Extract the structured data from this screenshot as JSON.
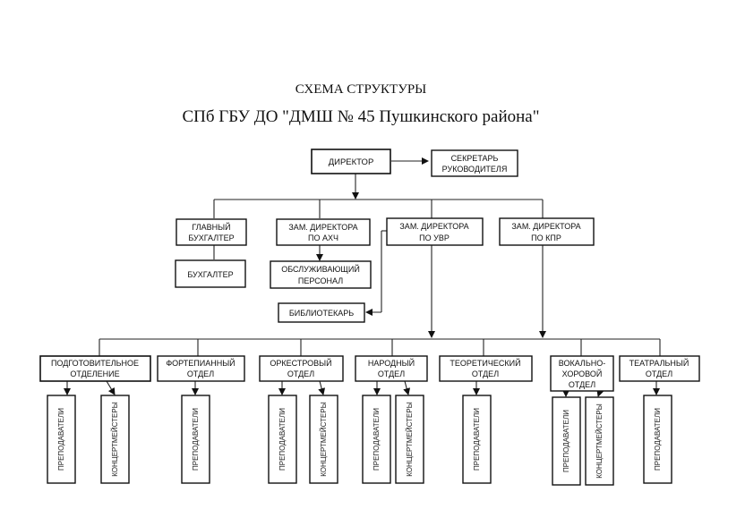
{
  "header": {
    "title": "СХЕМА СТРУКТУРЫ",
    "subtitle": "СПб ГБУ ДО \"ДМШ № 45 Пушкинского района\""
  },
  "top": {
    "director": "ДИРЕКТОР",
    "secretary": [
      "СЕКРЕТАРЬ",
      "РУКОВОДИТЕЛЯ"
    ]
  },
  "management": {
    "chief_accountant": [
      "ГЛАВНЫЙ",
      "БУХГАЛТЕР"
    ],
    "accountant": "БУХГАЛТЕР",
    "deputy_ahch": [
      "ЗАМ. ДИРЕКТОРА",
      "ПО АХЧ"
    ],
    "service_staff": [
      "ОБСЛУЖИВАЮЩИЙ",
      "ПЕРСОНАЛ"
    ],
    "librarian": "БИБЛИОТЕКАРЬ",
    "deputy_uvr": [
      "ЗАМ. ДИРЕКТОРА",
      "ПО УВР"
    ],
    "deputy_kpr": [
      "ЗАМ. ДИРЕКТОРА",
      "ПО КПР"
    ]
  },
  "departments": {
    "prep": [
      "ПОДГОТОВИТЕЛЬНОЕ",
      "ОТДЕЛЕНИЕ"
    ],
    "piano": [
      "ФОРТЕПИАННЫЙ",
      "ОТДЕЛ"
    ],
    "orchestra": [
      "ОРКЕСТРОВЫЙ",
      "ОТДЕЛ"
    ],
    "folk": [
      "НАРОДНЫЙ",
      "ОТДЕЛ"
    ],
    "theory": [
      "ТЕОРЕТИЧЕСКИЙ",
      "ОТДЕЛ"
    ],
    "vocal": [
      "ВОКАЛЬНО-",
      "ХОРОВОЙ",
      "ОТДЕЛ"
    ],
    "theatre": [
      "ТЕАТРАЛЬНЫЙ",
      "ОТДЕЛ"
    ]
  },
  "staff": {
    "teachers": "ПРЕПОДАВАТЕЛИ",
    "accompanists": "КОНЦЕРТМЕЙСТЕРЫ"
  }
}
